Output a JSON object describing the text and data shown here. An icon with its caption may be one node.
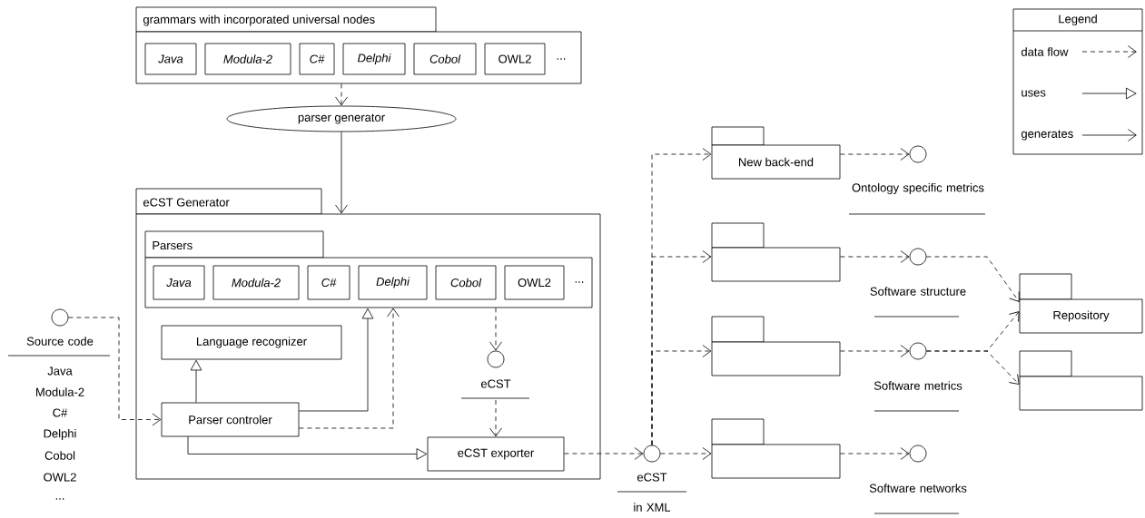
{
  "diagram": {
    "nodes": [
      {
        "text": [
          "grammars with incorporated universal nodes"
        ]
      },
      {
        "text": [
          "Java"
        ],
        "in": 0
      },
      {
        "text": [
          "Modula-2"
        ],
        "in": 0
      },
      {
        "text": [
          "C#"
        ],
        "in": 0
      },
      {
        "text": [
          "Delphi"
        ],
        "in": 0
      },
      {
        "text": [
          "Cobol"
        ],
        "in": 0
      },
      {
        "text": [
          "OWL2"
        ],
        "in": 0
      },
      {
        "text": [
          "parser generator"
        ]
      },
      {
        "text": [
          "eCST Generator"
        ]
      },
      {
        "text": [
          "Parsers"
        ],
        "in": 8
      },
      {
        "text": [
          "Java"
        ],
        "in": 9
      },
      {
        "text": [
          "Modula-2"
        ],
        "in": 9
      },
      {
        "text": [
          "C#"
        ],
        "in": 9
      },
      {
        "text": [
          "Delphi"
        ],
        "in": 9
      },
      {
        "text": [
          "Cobol"
        ],
        "in": 9
      },
      {
        "text": [
          "OWL2"
        ],
        "in": 9
      },
      {
        "text": [
          "Language recognizer"
        ],
        "in": 8
      },
      {
        "text": [
          "Parser controler"
        ],
        "in": 8
      },
      {
        "text": [
          "eCST"
        ],
        "in": 8
      },
      {
        "text": [
          "eCST exporter"
        ],
        "in": 8
      },
      {
        "text": [
          "Source code",
          "Java",
          "Modula-2",
          "C#",
          "Delphi",
          "Cobol",
          "OWL2",
          "..."
        ]
      },
      {
        "text": [
          "eCST",
          "in XML"
        ]
      },
      {
        "text": [
          "New back-end"
        ]
      },
      {
        "text": [
          "Ontology specific metrics"
        ]
      },
      {
        "text": [],
        "shape": "folder"
      },
      {
        "text": [
          "Software structure"
        ]
      },
      {
        "text": [],
        "shape": "folder"
      },
      {
        "text": [
          "Software metrics"
        ]
      },
      {
        "text": [
          "Repository"
        ]
      },
      {
        "text": [],
        "shape": "folder"
      },
      {
        "text": [],
        "shape": "folder"
      },
      {
        "text": [
          "Software networks"
        ]
      }
    ],
    "edges": [
      {
        "from": 0,
        "to": 7,
        "arrow": "to",
        "style": "dashed"
      },
      {
        "from": 7,
        "to": 8,
        "arrow": "to"
      },
      {
        "from": 20,
        "to": 17,
        "arrow": "to",
        "style": "dashed"
      },
      {
        "from": 17,
        "to": 16,
        "arrow": "to"
      },
      {
        "from": 17,
        "to": 9,
        "arrow": "to"
      },
      {
        "from": 17,
        "to": 9,
        "arrow": "to",
        "style": "dashed"
      },
      {
        "from": 17,
        "to": 19,
        "arrow": "to"
      },
      {
        "from": 9,
        "to": 18,
        "arrow": "to",
        "style": "dashed"
      },
      {
        "from": 18,
        "to": 19,
        "arrow": "to",
        "style": "dashed"
      },
      {
        "from": 19,
        "to": 21,
        "arrow": "to",
        "style": "dashed"
      },
      {
        "from": 21,
        "to": 22,
        "arrow": "to",
        "style": "dashed"
      },
      {
        "from": 21,
        "to": 24,
        "arrow": "to",
        "style": "dashed"
      },
      {
        "from": 21,
        "to": 26,
        "arrow": "to",
        "style": "dashed"
      },
      {
        "from": 21,
        "to": 30,
        "arrow": "to",
        "style": "dashed"
      },
      {
        "from": 22,
        "to": 23,
        "arrow": "to",
        "style": "dashed"
      },
      {
        "from": 24,
        "to": 25,
        "arrow": "to",
        "style": "dashed"
      },
      {
        "from": 26,
        "to": 27,
        "arrow": "to",
        "style": "dashed"
      },
      {
        "from": 30,
        "to": 31,
        "arrow": "to",
        "style": "dashed"
      },
      {
        "from": 25,
        "to": 28,
        "arrow": "to",
        "style": "dashed"
      },
      {
        "from": 27,
        "to": 28,
        "arrow": "to",
        "style": "dashed"
      },
      {
        "from": 27,
        "to": 29,
        "arrow": "to",
        "style": "dashed"
      }
    ],
    "labels": [
      "...",
      "Legend",
      "..."
    ],
    "legend": [
      {
        "text": "data flow"
      },
      {
        "text": "uses"
      },
      {
        "text": "generates"
      }
    ]
  }
}
